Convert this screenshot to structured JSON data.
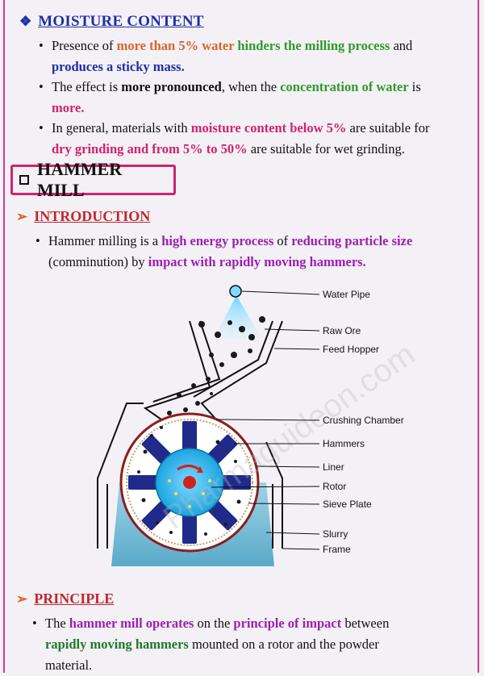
{
  "moisture": {
    "heading": "MOISTURE CONTENT",
    "b1": {
      "t1": "Presence of ",
      "t2": "more than 5% water",
      "t3": " hinders the milling process",
      "t4": " and",
      "t5": "produces a sticky mass."
    },
    "b2": {
      "t1": "The effect is ",
      "t2": "more pronounced",
      "t3": ", when the ",
      "t4": "concentration of water",
      "t5": " is",
      "t6": "more."
    },
    "b3": {
      "t1": "In general, materials with ",
      "t2": "moisture content below 5%",
      "t3": " are suitable for",
      "t4": "dry grinding and from 5% to 50%",
      "t5": " are suitable for wet grinding."
    }
  },
  "hammer_mill": {
    "heading": "HAMMER MILL"
  },
  "introduction": {
    "heading": "INTRODUCTION",
    "b1": {
      "t1": "Hammer milling is a ",
      "t2": "high energy process",
      "t3": " of ",
      "t4": "reducing particle size",
      "t5": "(comminution) by ",
      "t6": "impact with rapidly moving hammers."
    }
  },
  "diagram": {
    "labels": [
      "Water Pipe",
      "Raw Ore",
      "Feed Hopper",
      "Crushing Chamber",
      "Hammers",
      "Liner",
      "Rotor",
      "Sieve Plate",
      "Slurry",
      "Frame"
    ],
    "watermark": "Pharmaguideon.com"
  },
  "principle": {
    "heading": "PRINCIPLE",
    "b1": {
      "t1": "The ",
      "t2": "hammer mill operates",
      "t3": " on the ",
      "t4": "principle of impact",
      "t5": " between",
      "t6": "rapidly moving hammers",
      "t7": " mounted on a rotor and the powder",
      "t8": "material."
    }
  },
  "colors": {
    "heading_blue": "#1f2ea6",
    "orange": "#d9642a",
    "green": "#2f9a2a",
    "magenta": "#d0236e",
    "purple": "#9b1fb0",
    "rotor_blue": "#1aa5e0",
    "hammer_navy": "#1f2a8a"
  }
}
